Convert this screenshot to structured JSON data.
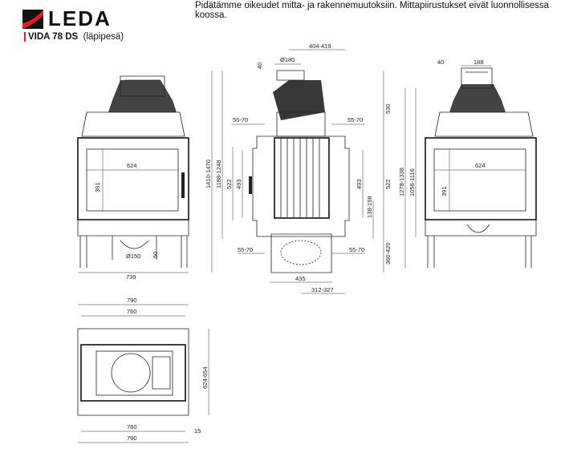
{
  "header": {
    "brand": "LEDA",
    "notice": "Pidätämme oikeudet mitta- ja rakennemuutoksiin. Mittapiirustukset eivät luonnollisessa koossa.",
    "model": "VIDA 78 DS",
    "model_note": "(läpipesä)"
  },
  "colors": {
    "brand_red": "#e31b23",
    "line": "#222222"
  },
  "front_view": {
    "glass_width": "624",
    "glass_height": "391",
    "flue_diameter": "Ø150",
    "flue_offset": "50",
    "total_width": "739"
  },
  "side_view": {
    "top_width": "404-419",
    "collar_height": "40",
    "flue_diameter": "Ø180",
    "upper_height": "530",
    "gap_top_left": "55-70",
    "gap_top_right": "55-70",
    "gap_bottom_left": "55-70",
    "gap_bottom_right": "55-70",
    "total_height": "1410-1470",
    "height_to_top": "1188-1248",
    "door_height_left": "522",
    "glass_height_left": "493",
    "door_height_right": "522",
    "glass_height_right": "493",
    "base_offset": "138-198",
    "leg_height": "360-420",
    "base_width": "435",
    "half_depth": "312-327"
  },
  "rear_view": {
    "collar_height": "40",
    "flue_offset": "188",
    "total_height": "1278-1338",
    "height_to_top": "1056-1116",
    "glass_width": "624",
    "glass_height": "391"
  },
  "top_view": {
    "outer_width_top": "790",
    "inner_width_top": "760",
    "depth": "624-654",
    "inner_width_bottom": "760",
    "offset": "15",
    "outer_width_bottom": "790"
  }
}
